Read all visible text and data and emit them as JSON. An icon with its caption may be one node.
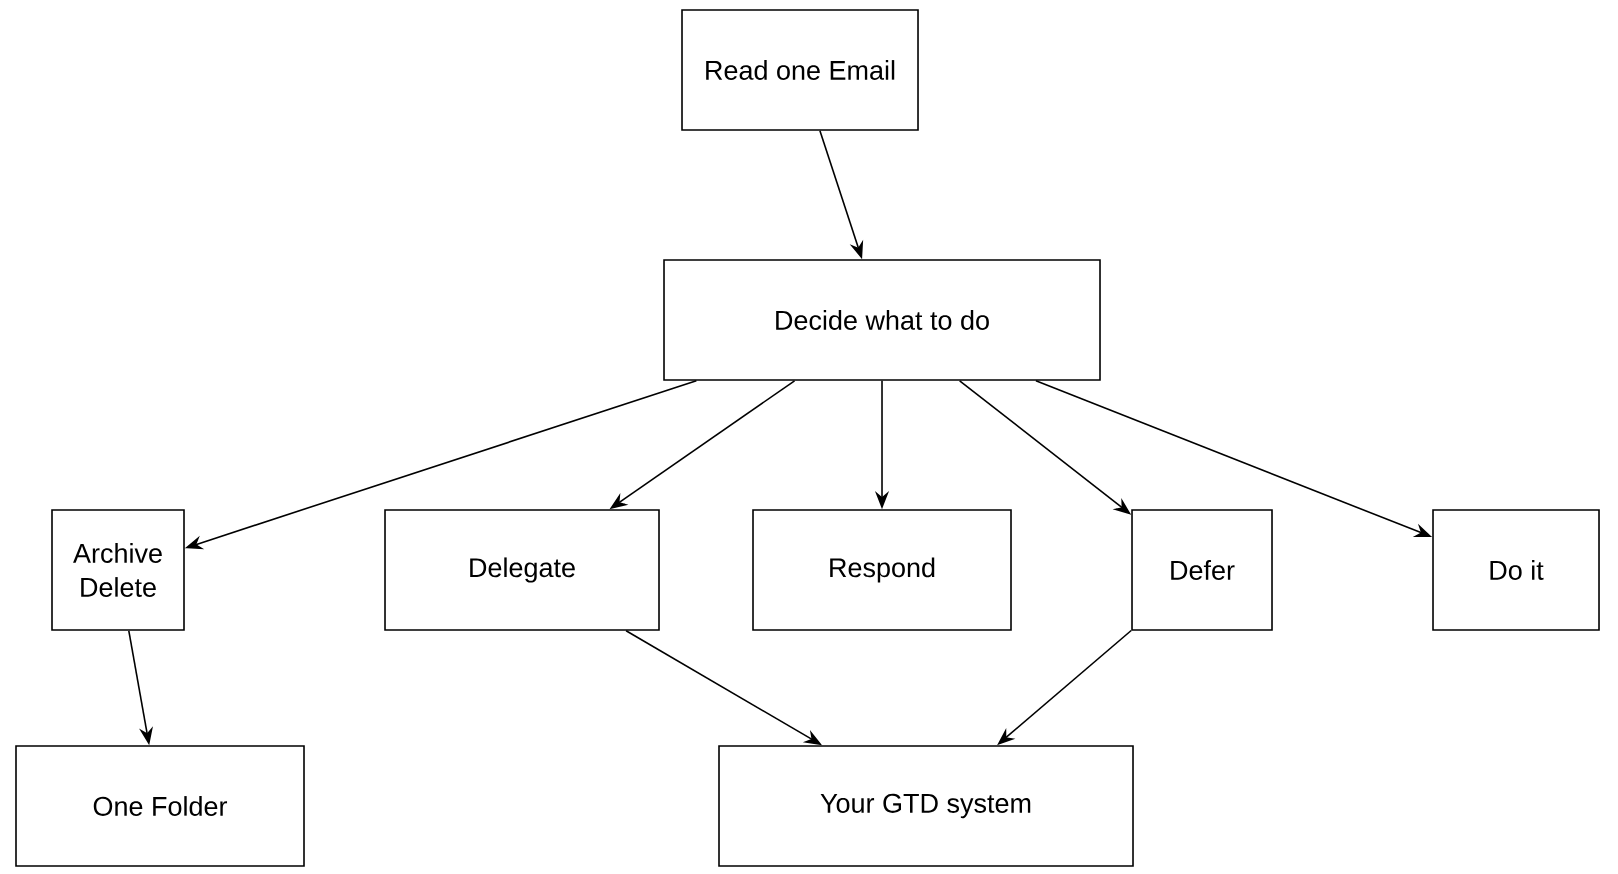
{
  "diagram": {
    "nodes": [
      {
        "text": [
          "Read one Email"
        ]
      },
      {
        "text": [
          "Decide what to do"
        ]
      },
      {
        "text": [
          "Archive Delete"
        ]
      },
      {
        "text": [
          "Delegate"
        ]
      },
      {
        "text": [
          "Respond"
        ]
      },
      {
        "text": [
          "Defer"
        ]
      },
      {
        "text": [
          "Do it"
        ]
      },
      {
        "text": [
          "One Folder"
        ]
      },
      {
        "text": [
          "Your GTD system"
        ]
      }
    ],
    "edges": [
      {
        "from": 0,
        "to": 1,
        "arrow": "to"
      },
      {
        "from": 1,
        "to": 2,
        "arrow": "to"
      },
      {
        "from": 1,
        "to": 3,
        "arrow": "to"
      },
      {
        "from": 1,
        "to": 4,
        "arrow": "to"
      },
      {
        "from": 1,
        "to": 5,
        "arrow": "to"
      },
      {
        "from": 1,
        "to": 6,
        "arrow": "to"
      },
      {
        "from": 2,
        "to": 7,
        "arrow": "to"
      },
      {
        "from": 3,
        "to": 8,
        "arrow": "to"
      },
      {
        "from": 5,
        "to": 8,
        "arrow": "to"
      }
    ]
  }
}
